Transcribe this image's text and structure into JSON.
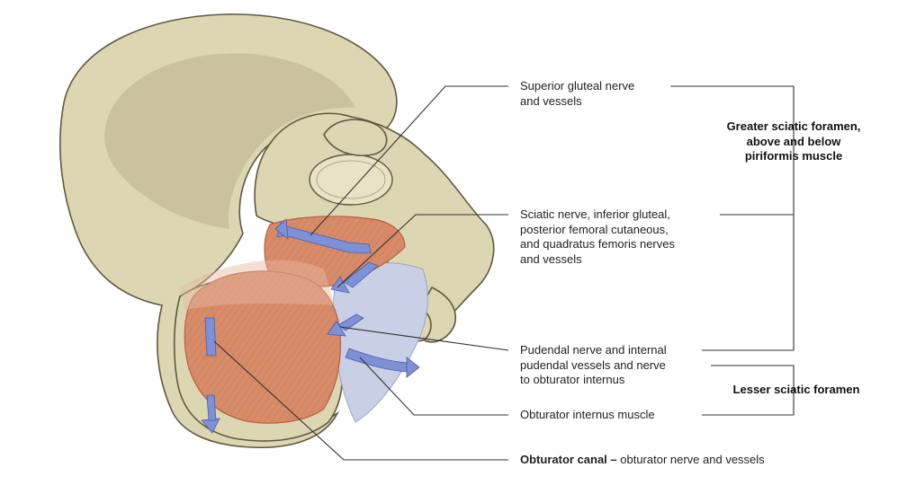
{
  "labels": {
    "superior_gluteal": [
      "Superior gluteal nerve",
      "and vessels"
    ],
    "sciatic": [
      "Sciatic nerve, inferior gluteal,",
      "posterior femoral cutaneous,",
      "and quadratus femoris nerves",
      "and vessels"
    ],
    "pudendal": [
      "Pudendal nerve and internal",
      "pudendal vessels and nerve",
      "to obturator internus"
    ],
    "obturator_internus": "Obturator internus muscle",
    "obturator_canal": {
      "bold": "Obturator canal –",
      "rest": " obturator nerve and vessels"
    }
  },
  "groups": {
    "greater_sciatic": [
      "Greater sciatic foramen,",
      "above and below",
      "piriformis muscle"
    ],
    "lesser_sciatic": "Lesser sciatic foramen"
  },
  "colors": {
    "bone": "#dcd6b2",
    "bone_shadow": "#b9b28a",
    "bone_outline": "#5e5a40",
    "muscle": "#d88b68",
    "muscle_dark": "#b8603f",
    "ligament": "#c9d0e6",
    "arrow": "#7e90d6",
    "leader": "#333333"
  }
}
